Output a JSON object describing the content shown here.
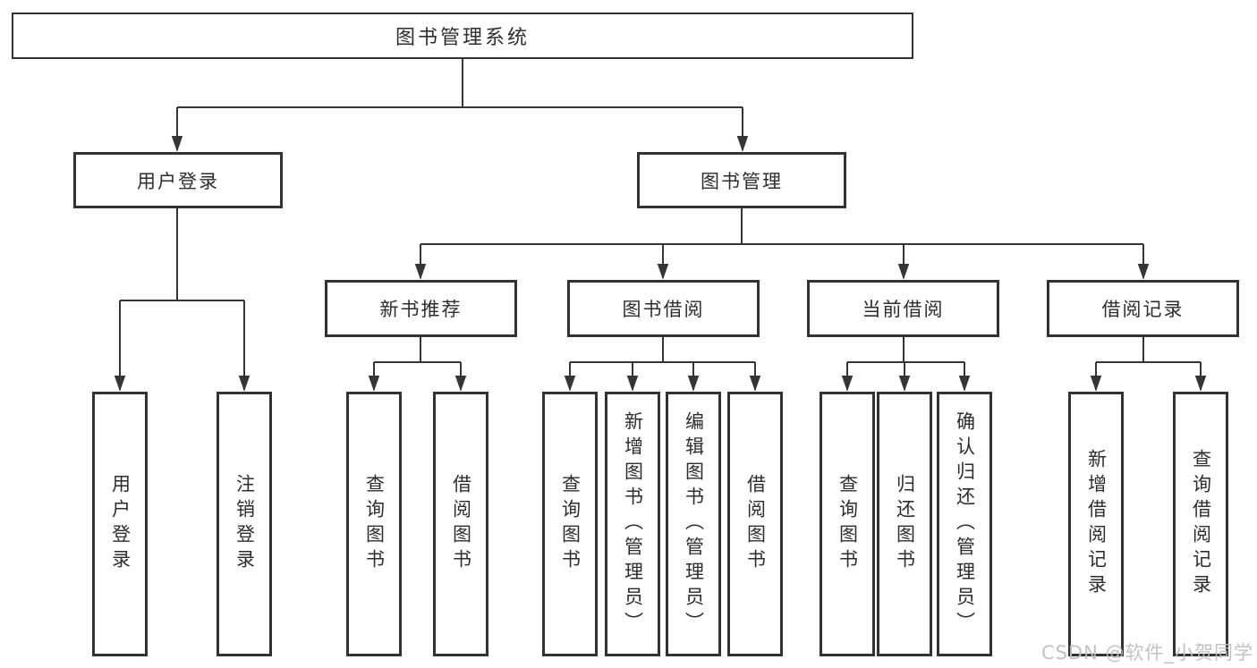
{
  "diagram": {
    "type": "functional-structure-chart",
    "root": {
      "label": "图书管理系统"
    },
    "level2": [
      {
        "label": "用户登录",
        "children": [
          "用户登录",
          "注销登录"
        ]
      },
      {
        "label": "图书管理"
      }
    ],
    "level3": [
      {
        "label": "新书推荐",
        "children": [
          "查询图书",
          "借阅图书"
        ]
      },
      {
        "label": "图书借阅",
        "children": [
          "查询图书",
          "新增图书（管理员）",
          "编辑图书（管理员）",
          "借阅图书"
        ]
      },
      {
        "label": "当前借阅",
        "children": [
          "查询图书",
          "归还图书",
          "确认归还（管理员）"
        ]
      },
      {
        "label": "借阅记录",
        "children": [
          "新增借阅记录",
          "查询借阅记录"
        ]
      }
    ]
  },
  "watermark": {
    "text": "CSDN @软件_小贺同学",
    "color": "#bdbdbd"
  },
  "colors": {
    "background": "#ffffff",
    "box_fill": "#ffffff",
    "box_border": "#323232",
    "line": "#353535",
    "text": "#2d2d2d"
  }
}
